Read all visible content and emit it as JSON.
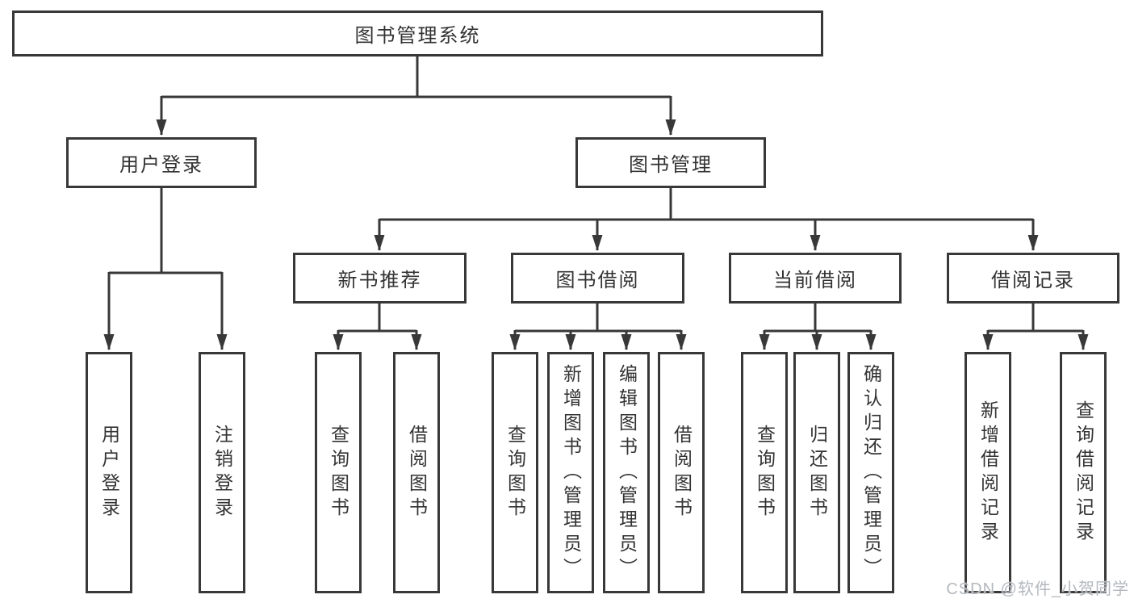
{
  "root": {
    "label": "图书管理系统"
  },
  "branches": [
    {
      "id": "user-login",
      "label": "用户登录",
      "children": [
        "用户登录",
        "注销登录"
      ]
    },
    {
      "id": "book-management",
      "label": "图书管理"
    }
  ],
  "sections": [
    {
      "id": "new-book-recommend",
      "label": "新书推荐",
      "children": [
        "查询图书",
        "借阅图书"
      ]
    },
    {
      "id": "book-borrow",
      "label": "图书借阅",
      "children": [
        "查询图书",
        "新增图书（管理员）",
        "编辑图书（管理员）",
        "借阅图书"
      ]
    },
    {
      "id": "current-borrow",
      "label": "当前借阅",
      "children": [
        "查询图书",
        "归还图书",
        "确认归还（管理员）"
      ]
    },
    {
      "id": "borrow-record",
      "label": "借阅记录",
      "children": [
        "新增借阅记录",
        "查询借阅记录"
      ]
    }
  ],
  "watermark": "CSDN @软件_小贺同学",
  "colors": {
    "line": "#383838",
    "box_border": "#383838",
    "text": "#333333",
    "watermark": "#b3b8be",
    "background": "#ffffff"
  }
}
